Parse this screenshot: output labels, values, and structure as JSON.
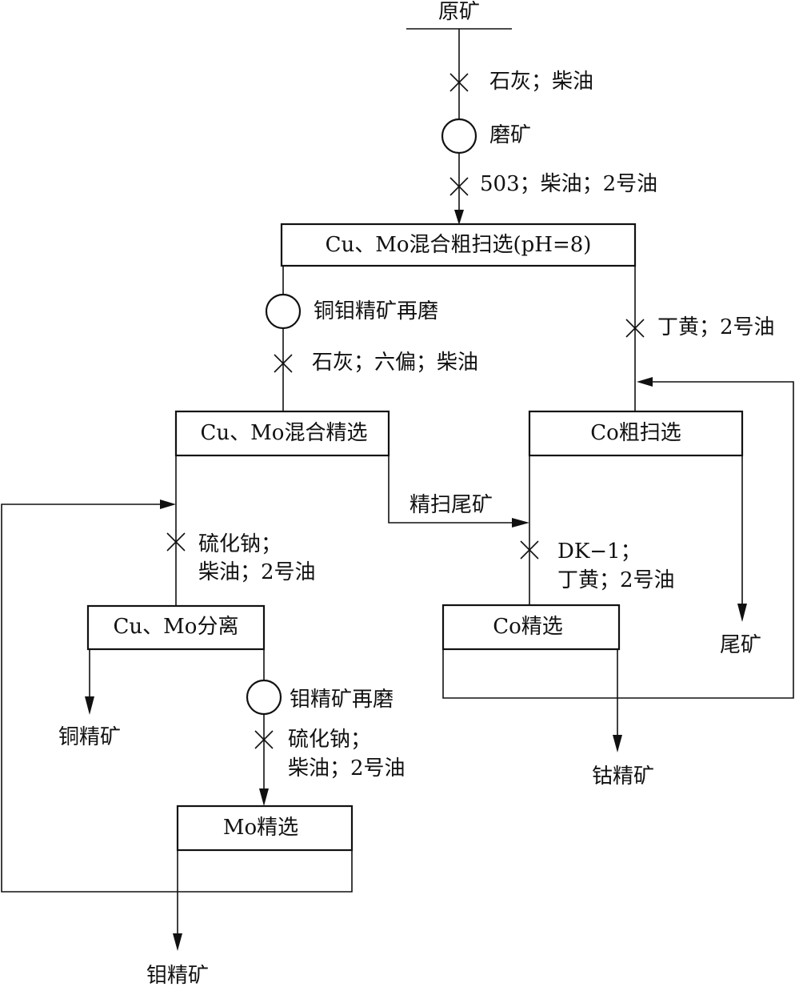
{
  "feed": {
    "label": "原矿"
  },
  "grinding": {
    "label": "磨矿"
  },
  "reagents": {
    "r1": "石灰；柴油",
    "r2": "503；柴油；2号油",
    "r3": "石灰；六偏；柴油",
    "r4": "丁黄；2号油",
    "r5_line1": "硫化钠；",
    "r5_line2": "柴油；2号油",
    "r6_line1": "DK−1；",
    "r6_line2": "丁黄；2号油",
    "r7_line1": "硫化钠；",
    "r7_line2": "柴油；2号油"
  },
  "regrind": {
    "cumo": "铜钼精矿再磨",
    "mo": "钼精矿再磨"
  },
  "boxes": {
    "bulk_rougher": "Cu、Mo混合粗扫选(pH=8)",
    "bulk_cleaner": "Cu、Mo混合精选",
    "co_rougher": "Co粗扫选",
    "separation": "Cu、Mo分离",
    "co_cleaner": "Co精选",
    "mo_cleaner": "Mo精选"
  },
  "streams": {
    "scav_tailings": "精扫尾矿"
  },
  "products": {
    "tailings": "尾矿",
    "cu_conc": "铜精矿",
    "co_conc": "钴精矿",
    "mo_conc": "钼精矿"
  }
}
